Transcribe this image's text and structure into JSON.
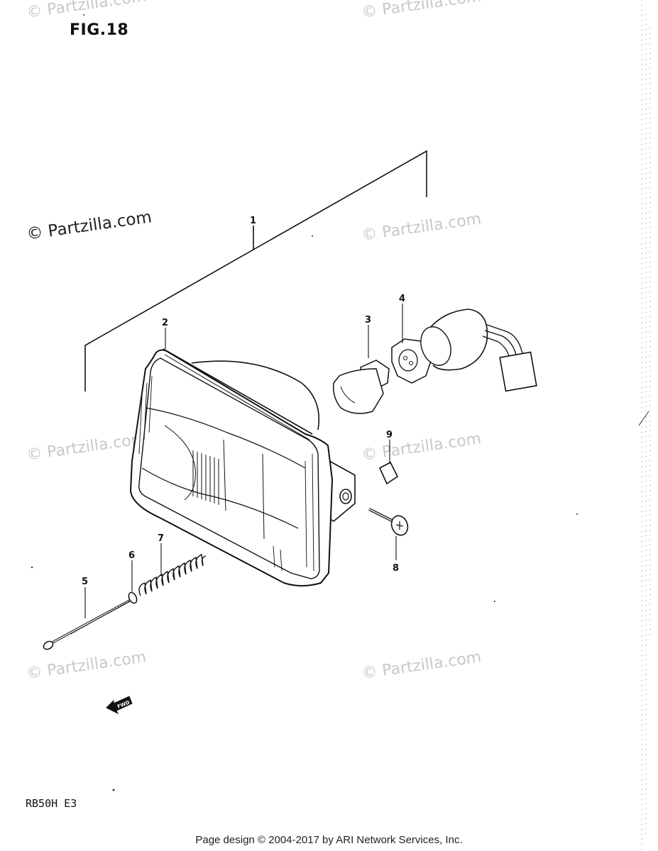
{
  "figure_title": "FIG.18",
  "watermark_text": "© Partzilla.com",
  "model_code": "RB50H E3",
  "footer_text": "Page design © 2004-2017 by ARI Network Services, Inc.",
  "fwd_arrow_label": "FWD",
  "part_labels": {
    "p1": "1",
    "p2": "2",
    "p3": "3",
    "p4": "4",
    "p5": "5",
    "p6": "6",
    "p7": "7",
    "p8": "8",
    "p9": "9"
  }
}
